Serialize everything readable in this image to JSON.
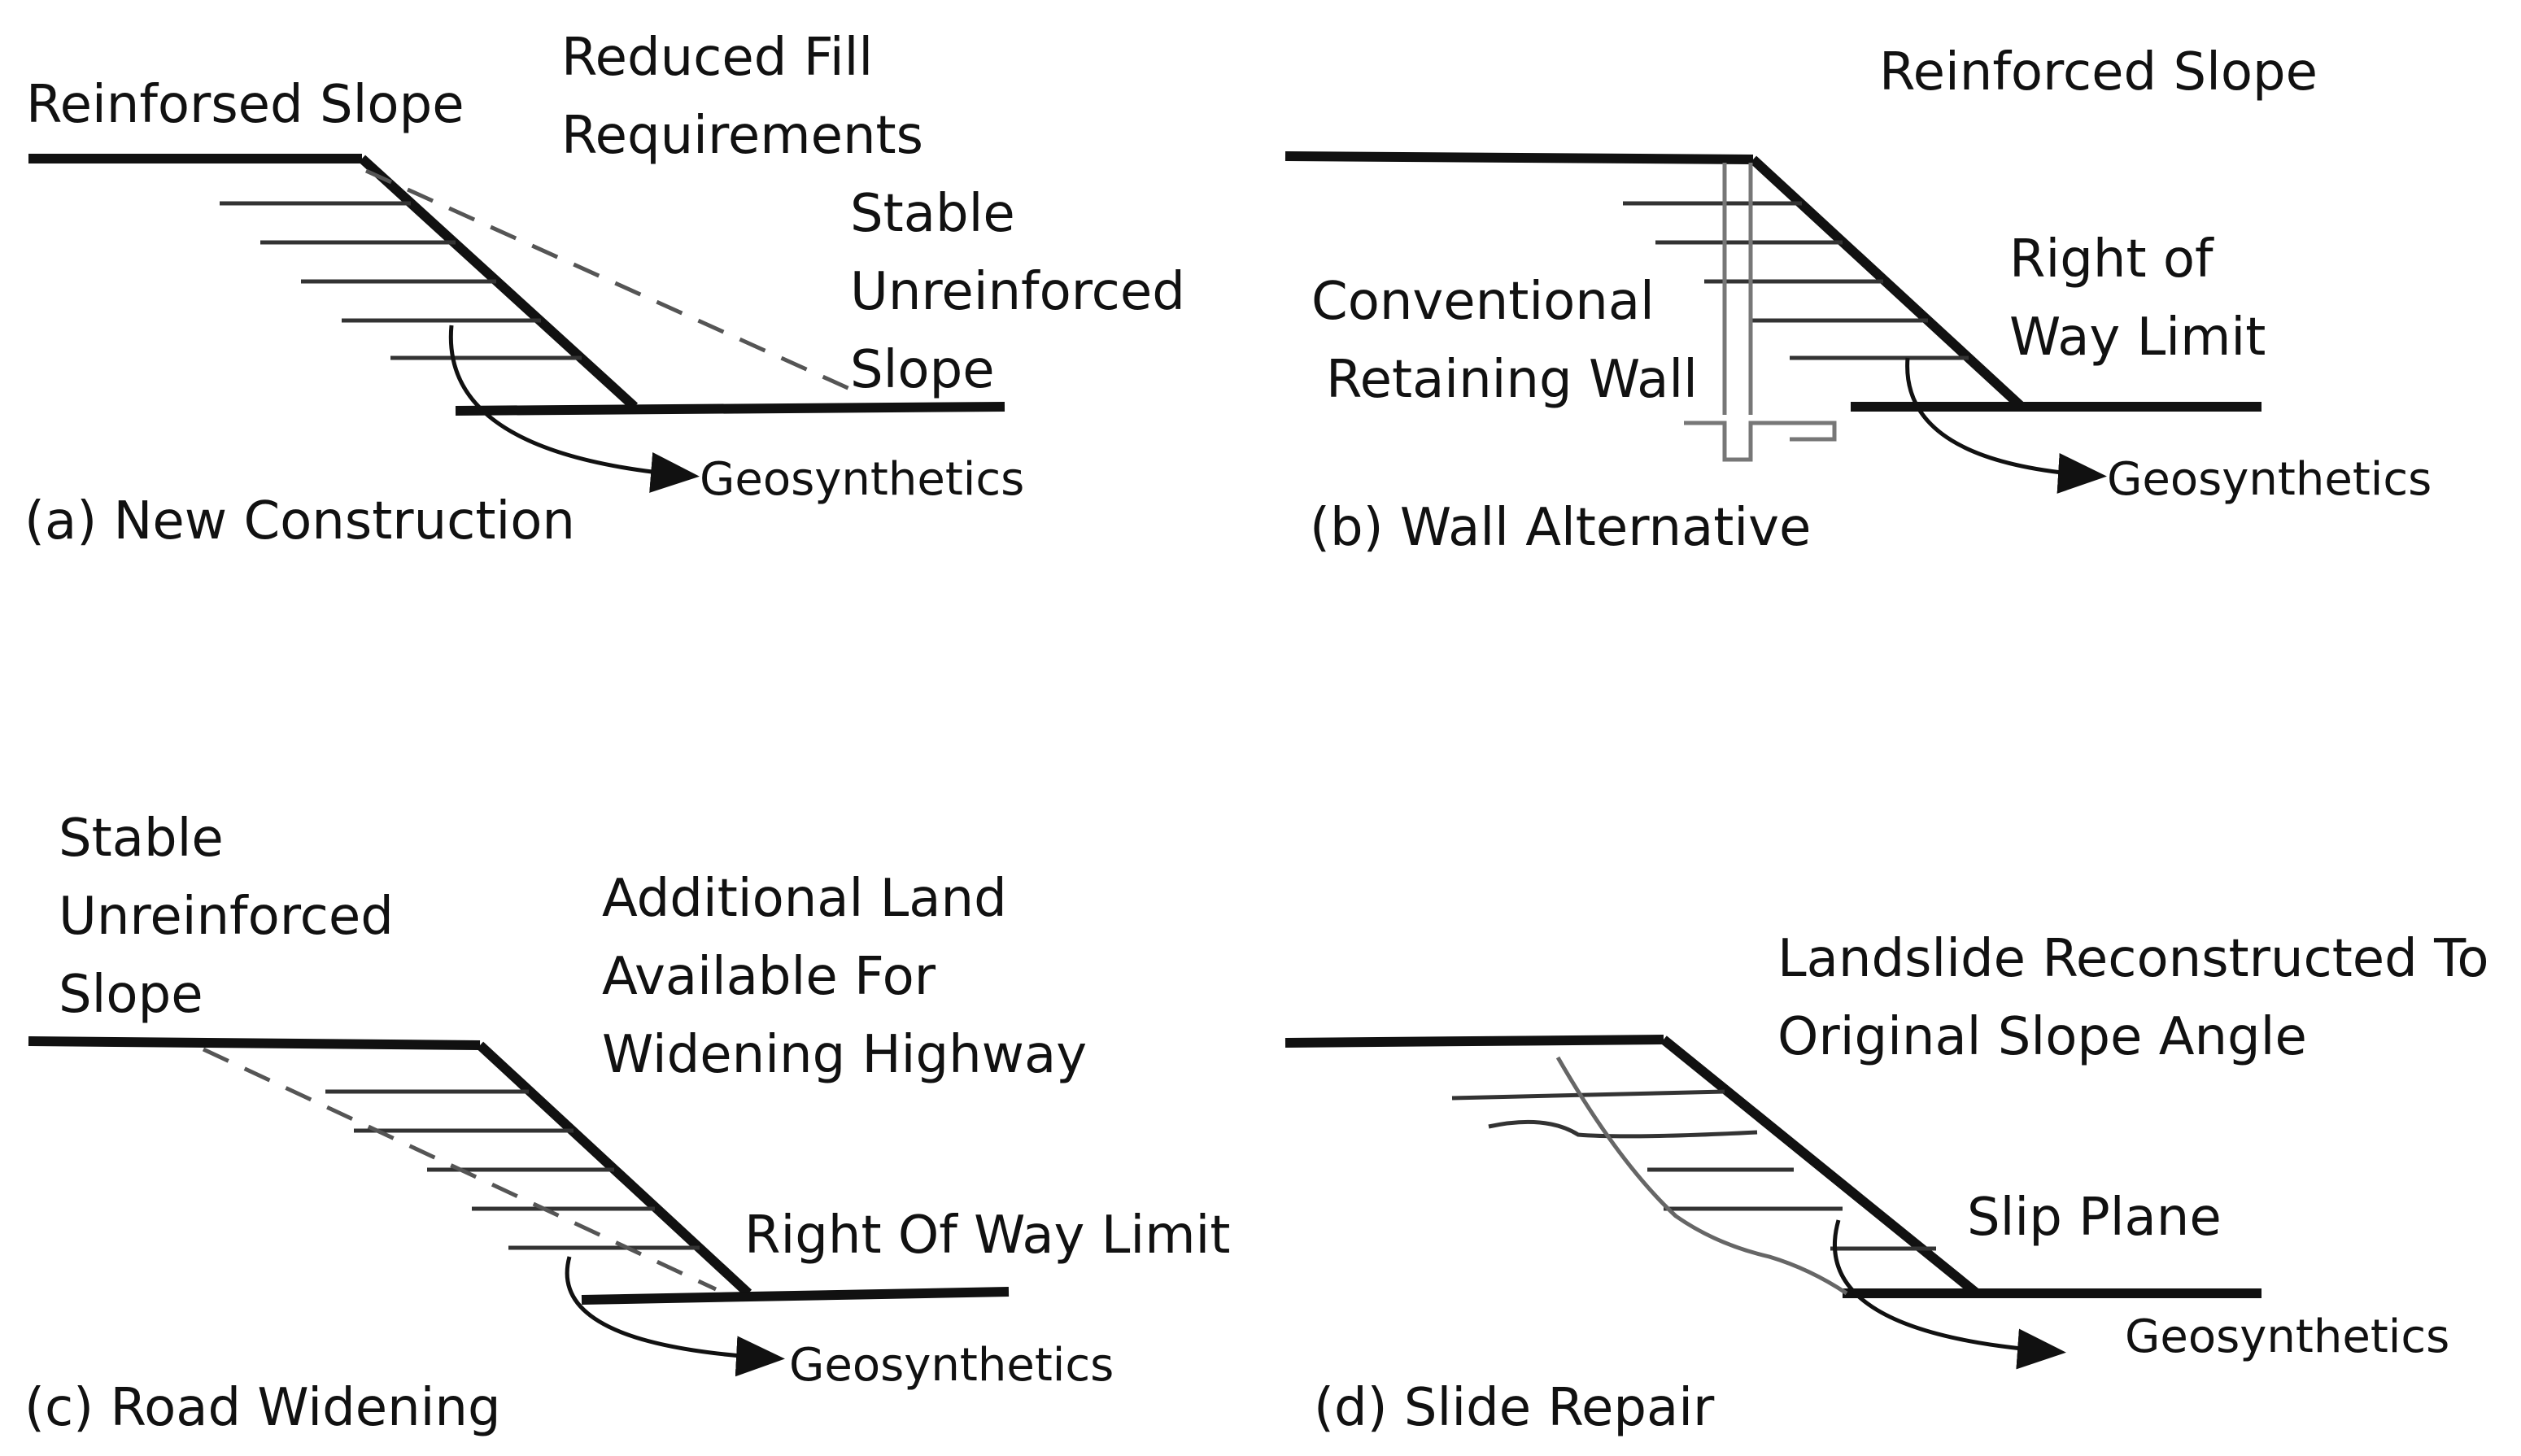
{
  "panels": {
    "a": {
      "label_top_left": "Reinforsed Slope",
      "label_reduced": [
        "Reduced Fill",
        "Requirements"
      ],
      "label_stable": [
        "Stable",
        "Unreinforced",
        "Slope"
      ],
      "label_geo": "Geosynthetics",
      "caption": "(a)  New Construction"
    },
    "b": {
      "label_reinforced": "Reinforced Slope",
      "label_row": [
        "Right of",
        "Way Limit"
      ],
      "label_wall": [
        "Conventional",
        "Retaining Wall"
      ],
      "label_geo": "Geosynthetics",
      "caption": "(b)  Wall Alternative"
    },
    "c": {
      "label_stable": [
        "Stable",
        "Unreinforced",
        "Slope"
      ],
      "label_land": [
        "Additional Land",
        "Available For",
        "Widening Highway"
      ],
      "label_row": "Right Of  Way Limit",
      "label_geo": "Geosynthetics",
      "caption": "(c)  Road Widening"
    },
    "d": {
      "label_landslide": [
        "Landslide Reconstructed To",
        "Original Slope Angle"
      ],
      "label_slip": "Slip Plane",
      "label_geo": "Geosynthetics",
      "caption": "(d)  Slide Repair"
    }
  }
}
